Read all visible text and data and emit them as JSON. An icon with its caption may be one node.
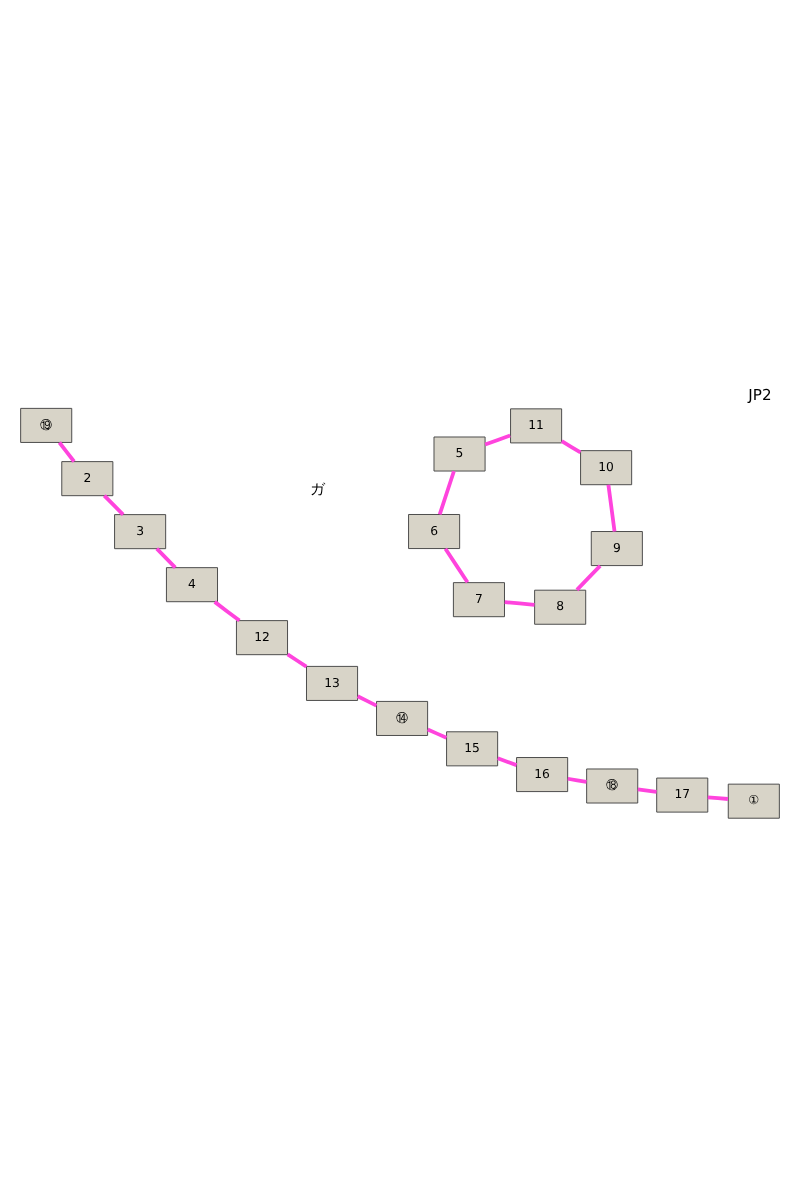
{
  "diagram": {
    "title": "JP2",
    "nodes": [
      {
        "text": [
          "10"
        ]
      },
      {
        "text": [
          "9"
        ]
      },
      {
        "text": [
          "4"
        ]
      },
      {
        "text": [
          "11"
        ]
      },
      {
        "text": [
          "12"
        ]
      },
      {
        "text": [
          "5"
        ]
      },
      {
        "text": [
          "13"
        ]
      },
      {
        "text": [
          "8"
        ]
      },
      {
        "text": [
          "6"
        ]
      },
      {
        "text": [
          "⑭"
        ]
      },
      {
        "text": [
          "17"
        ]
      },
      {
        "text": [
          "7"
        ]
      },
      {
        "text": [
          "3"
        ]
      },
      {
        "text": [
          "15"
        ]
      },
      {
        "text": [
          "⑱"
        ]
      },
      {
        "text": [
          "2"
        ]
      },
      {
        "text": [
          "16"
        ]
      },
      {
        "text": [
          "⑲"
        ]
      },
      {
        "text": [
          "①"
        ]
      }
    ],
    "edges": [
      {
        "from": 0,
        "to": 1,
        "arrow": "none"
      },
      {
        "from": 0,
        "to": 3,
        "arrow": "none"
      },
      {
        "from": 4,
        "to": 2,
        "arrow": "none"
      },
      {
        "from": 2,
        "to": 12,
        "arrow": "none"
      },
      {
        "from": 3,
        "to": 5,
        "arrow": "none"
      },
      {
        "from": 5,
        "to": 8,
        "arrow": "none"
      },
      {
        "from": 8,
        "to": 11,
        "arrow": "none"
      },
      {
        "from": 1,
        "to": 7,
        "arrow": "none"
      },
      {
        "from": 7,
        "to": 11,
        "arrow": "none"
      },
      {
        "from": 4,
        "to": 6,
        "arrow": "none"
      },
      {
        "from": 6,
        "to": 9,
        "arrow": "none"
      },
      {
        "from": 9,
        "to": 13,
        "arrow": "none"
      },
      {
        "from": 13,
        "to": 16,
        "arrow": "none"
      },
      {
        "from": 16,
        "to": 14,
        "arrow": "none"
      },
      {
        "from": 18,
        "to": 10,
        "arrow": "none"
      },
      {
        "from": 10,
        "to": 14,
        "arrow": "none"
      },
      {
        "from": 12,
        "to": 15,
        "arrow": "none"
      },
      {
        "from": 15,
        "to": 17,
        "arrow": "none"
      }
    ],
    "labels": [
      "ガ"
    ]
  }
}
